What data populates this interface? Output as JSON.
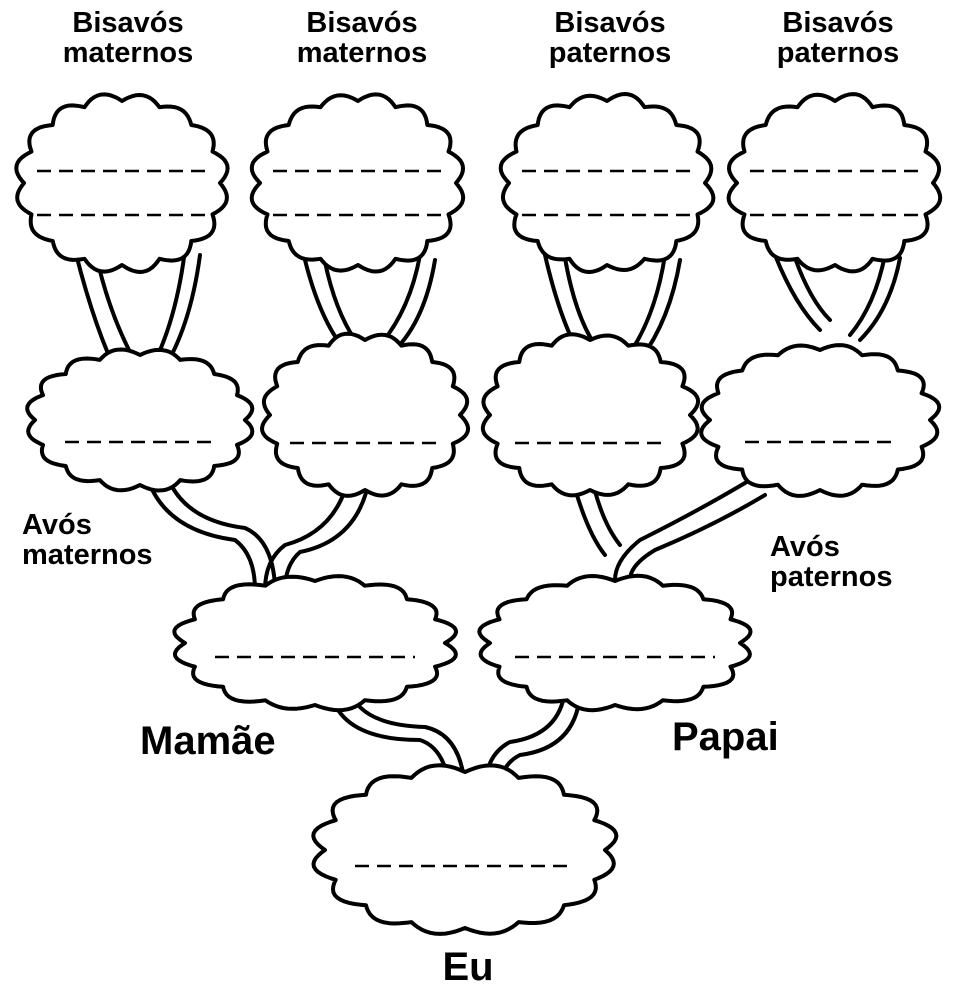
{
  "labels": {
    "great_grandparents": [
      {
        "line1": "Bisavós",
        "line2": "maternos"
      },
      {
        "line1": "Bisavós",
        "line2": "maternos"
      },
      {
        "line1": "Bisavós",
        "line2": "paternos"
      },
      {
        "line1": "Bisavós",
        "line2": "paternos"
      }
    ],
    "grandparents_maternal": {
      "line1": "Avós",
      "line2": "maternos"
    },
    "grandparents_paternal": {
      "line1": "Avós",
      "line2": "paternos"
    },
    "mother": "Mamãe",
    "father": "Papai",
    "me": "Eu"
  },
  "colors": {
    "ink": "#000000",
    "paper": "#ffffff"
  }
}
